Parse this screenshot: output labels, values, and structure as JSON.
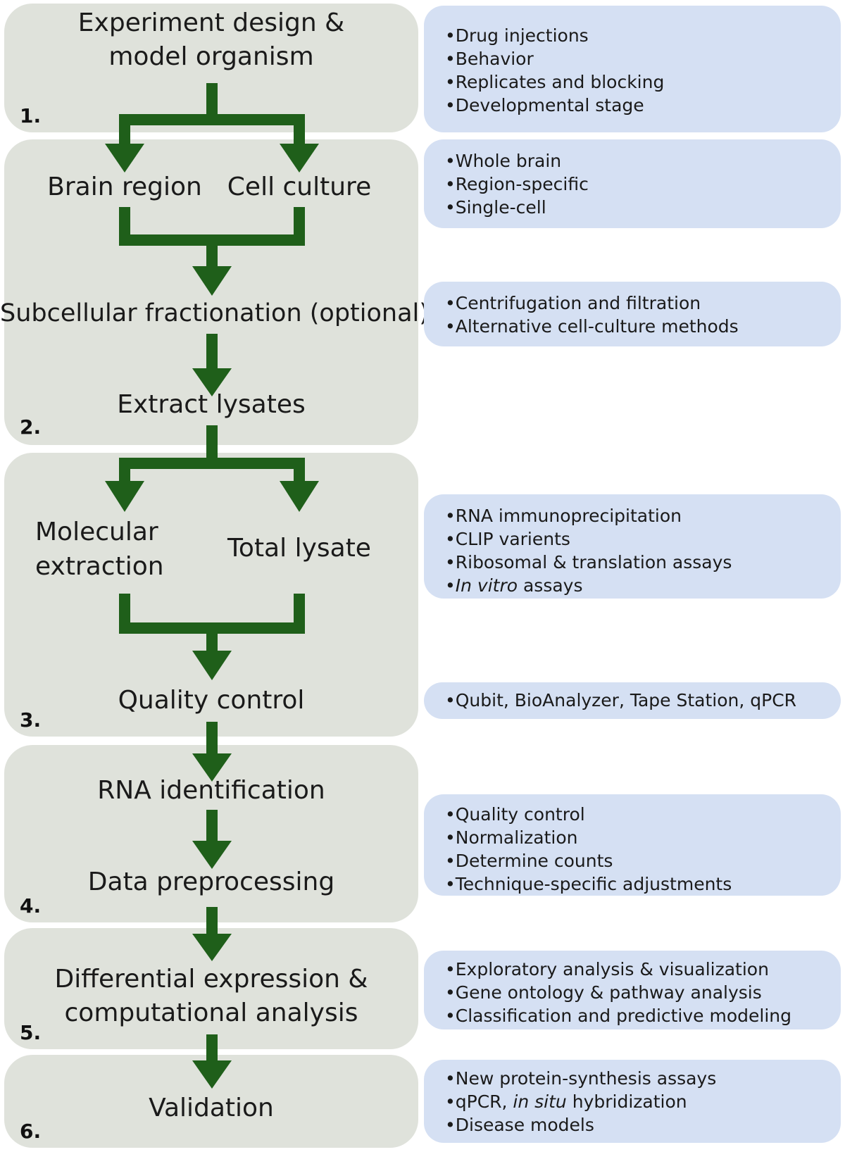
{
  "stages": [
    {
      "number": "1.",
      "labels": [
        "Experiment design &",
        "model organism"
      ]
    },
    {
      "number": "2.",
      "labels": [
        "Brain region",
        "Cell culture",
        "Subcellular fractionation (optional)",
        "Extract lysates"
      ]
    },
    {
      "number": "3.",
      "labels": [
        "Molecular",
        "extraction",
        "Total lysate",
        "Quality control"
      ]
    },
    {
      "number": "4.",
      "labels": [
        "RNA identification",
        "Data preprocessing"
      ]
    },
    {
      "number": "5.",
      "labels": [
        "Differential expression &",
        "computational analysis"
      ]
    },
    {
      "number": "6.",
      "labels": [
        "Validation"
      ]
    }
  ],
  "notes": [
    {
      "items": [
        "•Drug injections",
        "•Behavior",
        "•Replicates and blocking",
        "•Developmental stage"
      ]
    },
    {
      "items": [
        "•Whole brain",
        "•Region-specific",
        "•Single-cell"
      ]
    },
    {
      "items": [
        "•Centrifugation and filtration",
        "•Alternative cell-culture methods"
      ]
    },
    {
      "items": [
        "•RNA immunoprecipitation",
        "•CLIP varients",
        "•Ribosomal & translation assays",
        "•",
        "In vitro",
        " assays"
      ]
    },
    {
      "items": [
        "•Qubit, BioAnalyzer, Tape Station, qPCR"
      ]
    },
    {
      "items": [
        "•Quality control",
        "•Normalization",
        "•Determine counts",
        "•Technique-specific adjustments"
      ]
    },
    {
      "items": [
        "•Exploratory analysis & visualization",
        "•Gene ontology & pathway analysis",
        "•Classification and predictive modeling"
      ]
    },
    {
      "items": [
        "•New protein-synthesis assays",
        "•qPCR, ",
        "in situ",
        " hybridization",
        "•Disease models"
      ]
    }
  ],
  "colors": {
    "stage_fill": "#dfe2db",
    "note_fill": "#d5e0f3",
    "arrow": "#1f5f1a"
  }
}
